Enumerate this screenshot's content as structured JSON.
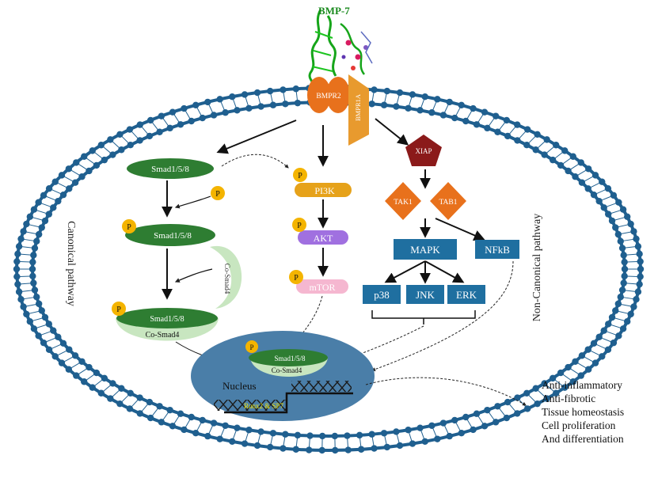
{
  "ligand": {
    "label": "BMP-7"
  },
  "receptors": {
    "type2": "BMPR2",
    "type1": "BMPR1A"
  },
  "phospho_label": "P",
  "canonical": {
    "smad_a": "Smad1/5/8",
    "smad_b": "Smad1/5/8",
    "cosmad": "Co-Smad4",
    "complex_smad": "Smad1/5/8",
    "complex_cosmad": "Co-Smad4"
  },
  "pi3k_branch": {
    "pi3k": "PI3K",
    "akt": "AKT",
    "mtor": "mTOR"
  },
  "noncanonical": {
    "xiap": "XIAP",
    "tak1": "TAK1",
    "tab1": "TAB1",
    "mapk": "MAPK",
    "nfkb": "NFkB",
    "p38": "p38",
    "jnk": "JNK",
    "erk": "ERK"
  },
  "nucleus": {
    "label": "Nucleus",
    "smad": "Smad1/5/8",
    "cosmad": "Co-Smad4",
    "tf_label": "Runx2 & SP7"
  },
  "pathway_labels": {
    "canonical": "Canonical pathway",
    "noncanonical": "Non-Canonical pathway"
  },
  "outcomes": [
    "Anti-inflammatory",
    "Anti-fibrotic",
    "Tissue homeostasis",
    "Cell proliferation",
    "And differentiation"
  ],
  "colors": {
    "membrane": "#1f5f8f",
    "smad_green": "#2e7d32",
    "cosmad_green": "#c8e6c0",
    "phospho": "#f4b400",
    "pi3k": "#e6a21a",
    "akt": "#a070e0",
    "mtor": "#f5b7d0",
    "xiap": "#8b1a1a",
    "tak": "#e8711c",
    "mapk_blue": "#1f6fa0",
    "nucleus": "#4a7ea8",
    "bmpr2": "#e8711c",
    "bmpr1a": "#e89a2e"
  }
}
